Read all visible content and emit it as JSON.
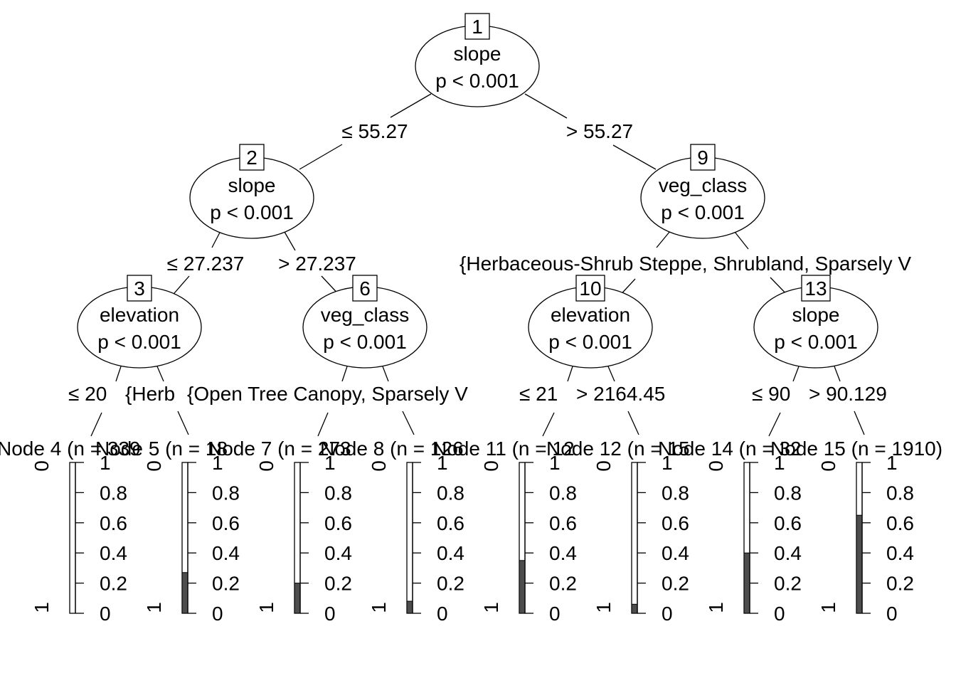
{
  "diagram": {
    "inner_nodes": [
      {
        "id": "1",
        "variable": "slope",
        "pvalue": "p < 0.001"
      },
      {
        "id": "2",
        "variable": "slope",
        "pvalue": "p < 0.001"
      },
      {
        "id": "9",
        "variable": "veg_class",
        "pvalue": "p < 0.001"
      },
      {
        "id": "3",
        "variable": "elevation",
        "pvalue": "p < 0.001"
      },
      {
        "id": "6",
        "variable": "veg_class",
        "pvalue": "p < 0.001"
      },
      {
        "id": "10",
        "variable": "elevation",
        "pvalue": "p < 0.001"
      },
      {
        "id": "13",
        "variable": "slope",
        "pvalue": "p < 0.001"
      }
    ],
    "edge_labels": [
      {
        "text": "≤ 55.27"
      },
      {
        "text": "> 55.27"
      },
      {
        "text": "≤ 27.237"
      },
      {
        "text": "> 27.237"
      },
      {
        "text": "{Herbaceous-Shrub Steppe, Shrubland, Sparsely V"
      },
      {
        "text": "≤ 20"
      },
      {
        "text": "{Herb"
      },
      {
        "text": "{Open Tree Canopy, Sparsely V"
      },
      {
        "text": "≤ 21"
      },
      {
        "text": "> 2164.45"
      },
      {
        "text": "≤ 90"
      },
      {
        "text": "> 90.129"
      }
    ],
    "terminal_nodes": [
      {
        "id": "4",
        "title": "Node 4 (n = 339",
        "fraction": 0.0
      },
      {
        "id": "5",
        "title": "Node 5 (n = 18",
        "fraction": 0.27
      },
      {
        "id": "7",
        "title": "Node 7 (n = 273",
        "fraction": 0.2
      },
      {
        "id": "8",
        "title": "Node 8 (n = 126",
        "fraction": 0.08
      },
      {
        "id": "11",
        "title": "Node 11 (n = 12",
        "fraction": 0.35
      },
      {
        "id": "12",
        "title": "Node 12 (n = 15",
        "fraction": 0.06
      },
      {
        "id": "14",
        "title": "Node 14 (n = 32",
        "fraction": 0.4
      },
      {
        "id": "15",
        "title": "Node 15 (n = 1910)",
        "fraction": 0.65
      }
    ],
    "axis": {
      "ticks": [
        "0",
        "0.2",
        "0.4",
        "0.6",
        "0.8",
        "1"
      ],
      "side_top": "0",
      "side_bottom": "1"
    },
    "colors": {
      "bar_fill": "#4d4d4d",
      "line": "#000000",
      "background": "#ffffff"
    }
  }
}
